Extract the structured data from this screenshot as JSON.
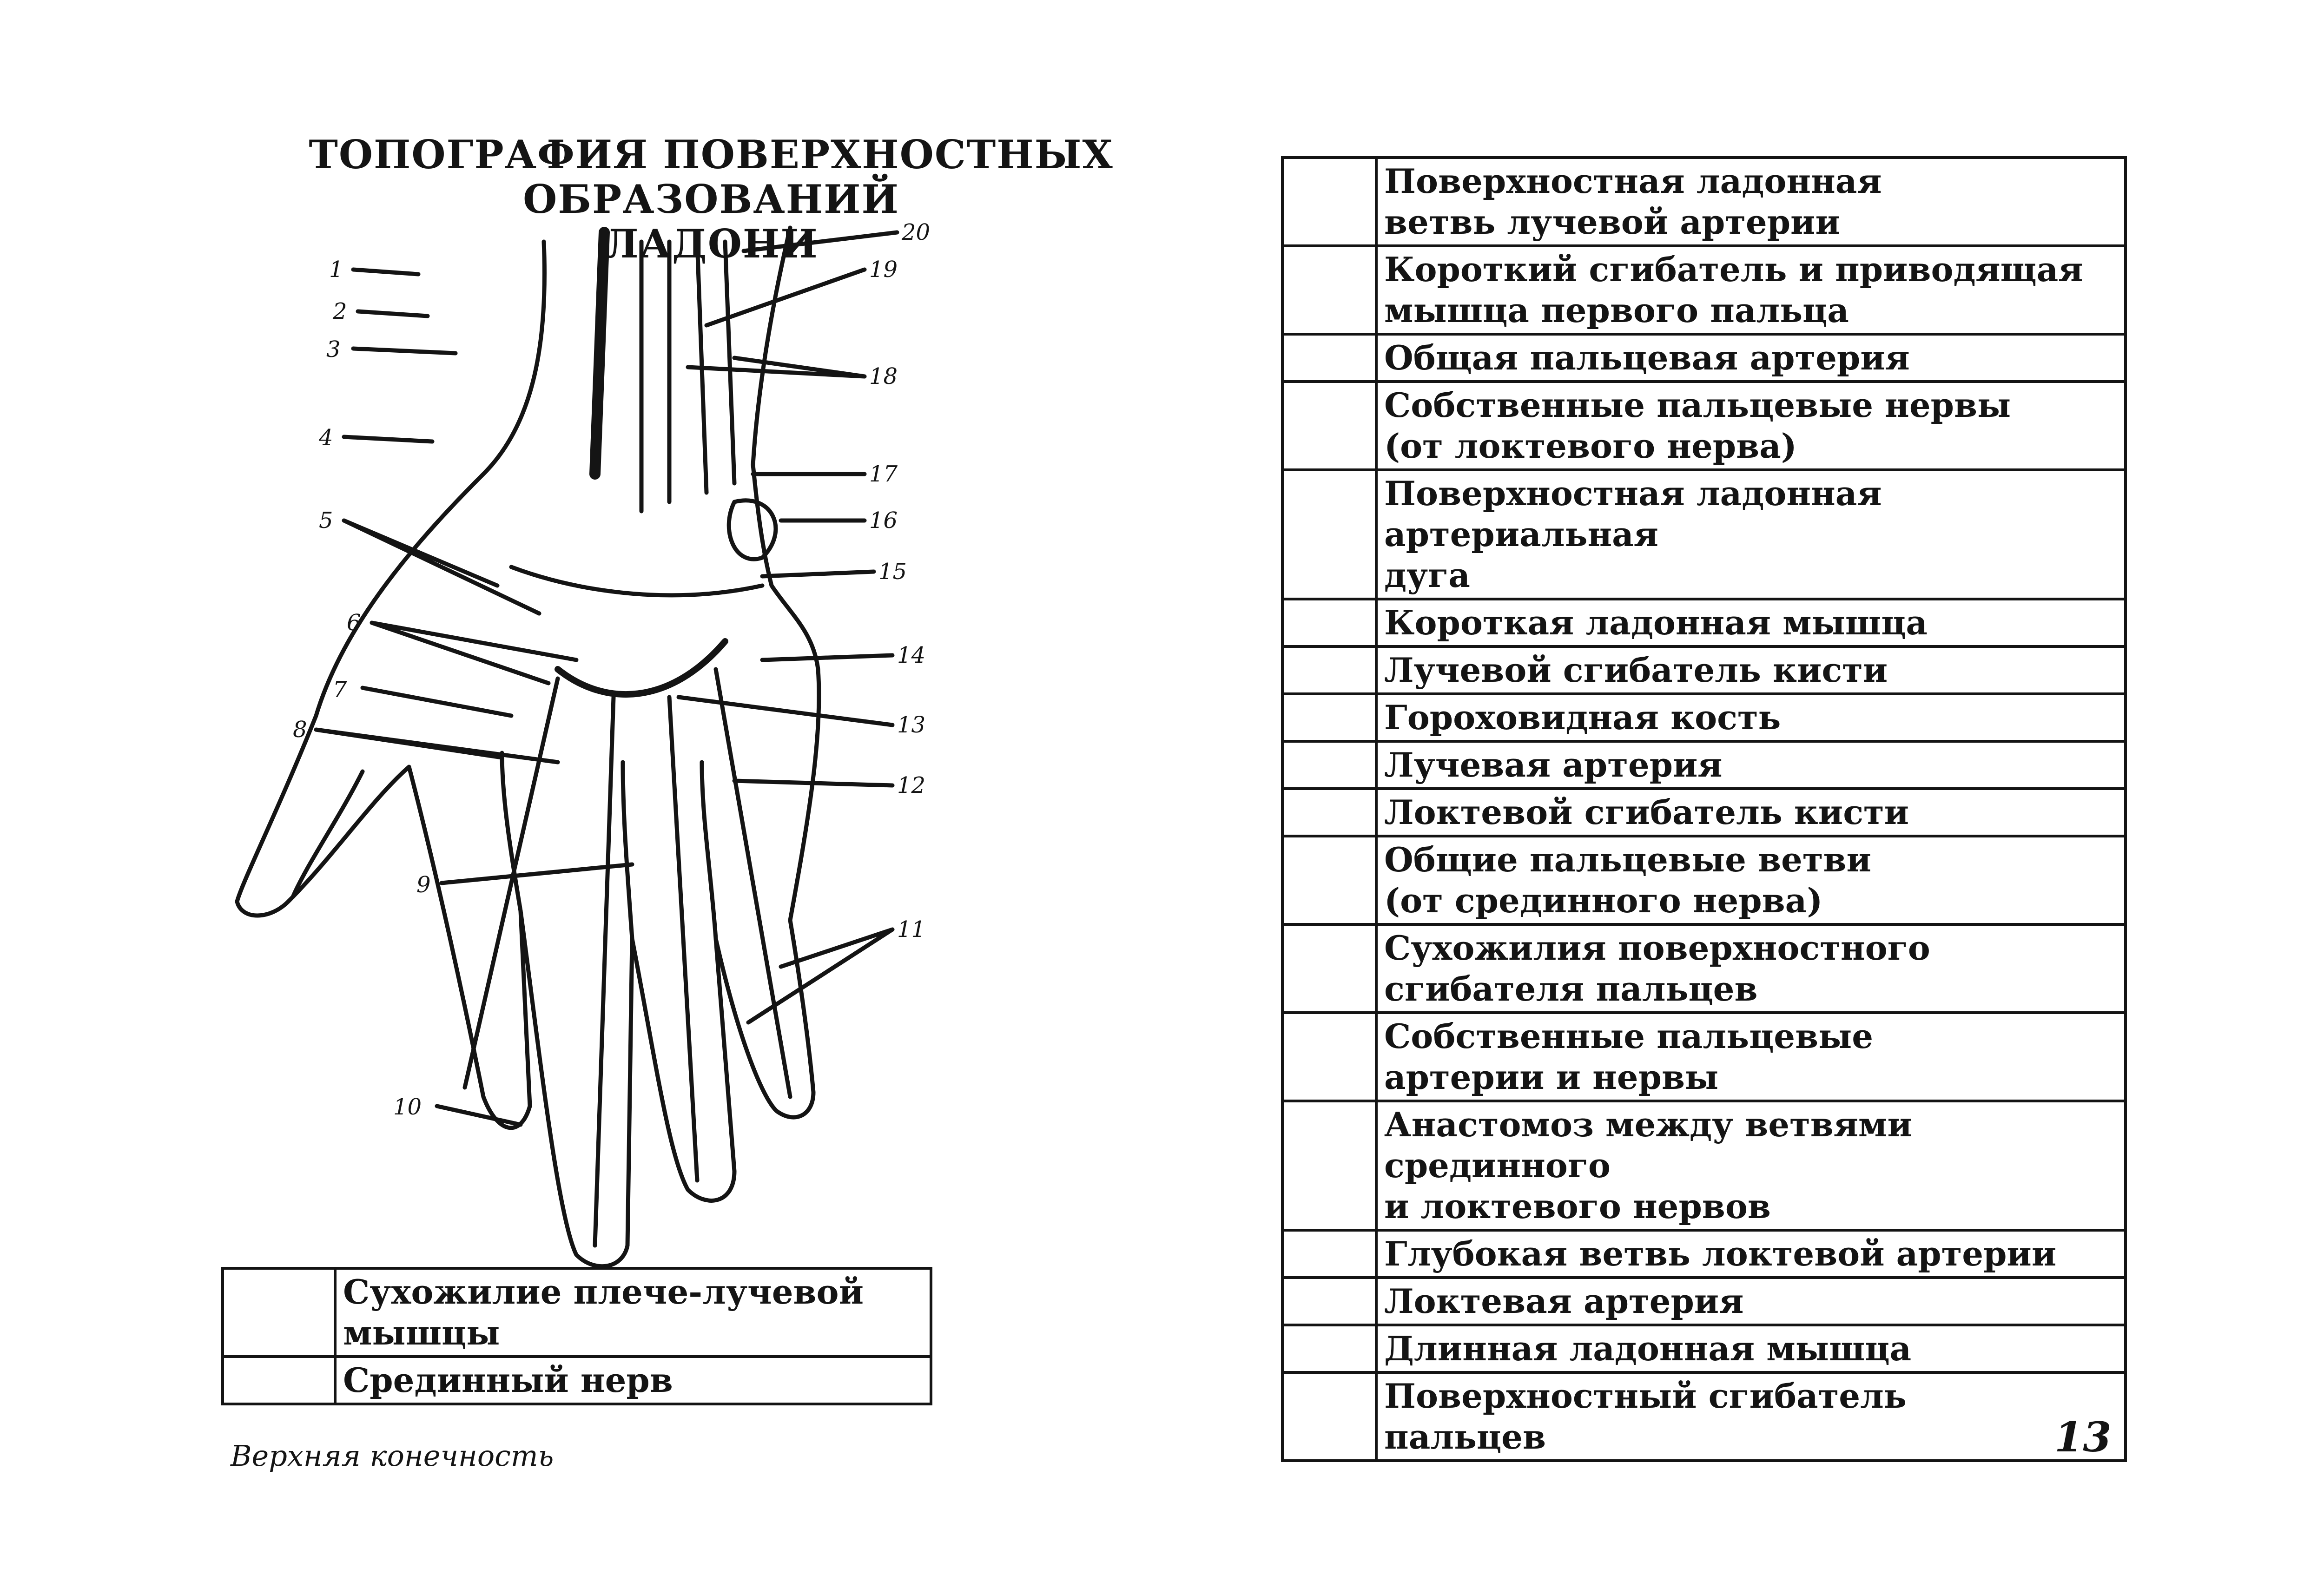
{
  "title": {
    "line1": "ТОПОГРАФИЯ ПОВЕРХНОСТНЫХ ОБРАЗОВАНИЙ",
    "line2": "ЛАДОНИ"
  },
  "diagram": {
    "callouts": [
      "1",
      "2",
      "3",
      "4",
      "5",
      "6",
      "7",
      "8",
      "9",
      "10",
      "11",
      "12",
      "13",
      "14",
      "15",
      "16",
      "17",
      "18",
      "19",
      "20"
    ]
  },
  "legend_right": [
    {
      "line1": "Поверхностная ладонная",
      "line2": "ветвь  лучевой артерии"
    },
    {
      "line1": "Короткий сгибатель и приводящая",
      "line2": "мышца первого пальца"
    },
    {
      "line1": "Общая пальцевая артерия",
      "line2": ""
    },
    {
      "line1": "Собственные пальцевые нервы",
      "line2": "(от локтевого нерва)"
    },
    {
      "line1": "Поверхностная ладонная артериальная",
      "line2": "дуга"
    },
    {
      "line1": "Короткая ладонная мышца",
      "line2": ""
    },
    {
      "line1": "Лучевой сгибатель кисти",
      "line2": ""
    },
    {
      "line1": "Гороховидная кость",
      "line2": ""
    },
    {
      "line1": "Лучевая артерия",
      "line2": ""
    },
    {
      "line1": "Локтевой сгибатель кисти",
      "line2": ""
    },
    {
      "line1": "Общие пальцевые ветви",
      "line2": "(от срединного нерва)"
    },
    {
      "line1": "Сухожилия поверхностного",
      "line2": "сгибателя пальцев"
    },
    {
      "line1": "Собственные пальцевые",
      "line2": "артерии и нервы"
    },
    {
      "line1": "Анастомоз между ветвями срединного",
      "line2": "и локтевого нервов"
    },
    {
      "line1": "Глубокая ветвь локтевой артерии",
      "line2": ""
    },
    {
      "line1": "Локтевая артерия",
      "line2": ""
    },
    {
      "line1": "Длинная ладонная мышца",
      "line2": ""
    },
    {
      "line1": "Поверхностный сгибатель",
      "line2": "пальцев"
    }
  ],
  "legend_left": [
    {
      "line1": "Сухожилие плече-лучевой",
      "line2": "мышцы"
    },
    {
      "line1": "Срединный нерв",
      "line2": ""
    }
  ],
  "footer": {
    "section": "Верхняя конечность",
    "page_number": "13"
  }
}
